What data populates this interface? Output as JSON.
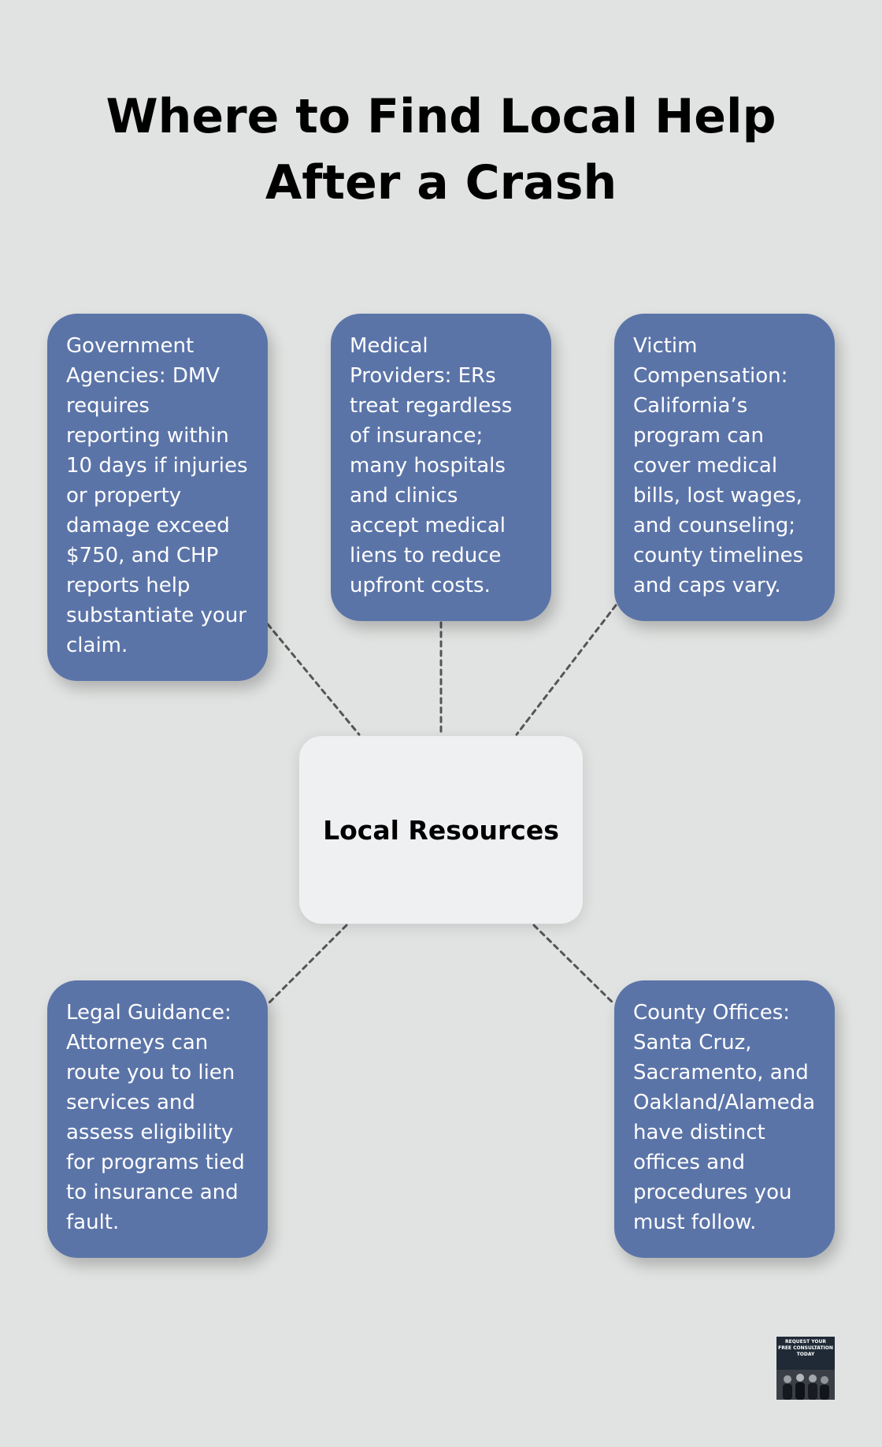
{
  "title": "Where to Find Local Help After a Crash",
  "hub": {
    "label": "Local Resources"
  },
  "cards": [
    {
      "id": "government-agencies",
      "text": "Government Agencies: DMV requires reporting within 10 days if injuries or property damage exceed $750, and CHP reports help substantiate your claim."
    },
    {
      "id": "medical-providers",
      "text": "Medical Providers: ERs treat regardless of insurance; many hospitals and clinics accept medical liens to reduce upfront costs."
    },
    {
      "id": "victim-compensation",
      "text": "Victim Compensation: California’s program can cover medical bills, lost wages, and counseling; county timelines and caps vary."
    },
    {
      "id": "legal-guidance",
      "text": "Legal Guidance: Attorneys can route you to lien services and assess eligibility for programs tied to insurance and fault."
    },
    {
      "id": "county-offices",
      "text": "County Offices: Santa Cruz, Sacramento, and Oakland/Alameda have distinct offices and procedures you must follow."
    }
  ],
  "promo": {
    "label": "REQUEST YOUR FREE CONSULTATION TODAY"
  },
  "colors": {
    "background": "#e1e3e2",
    "card": "#5b74a8",
    "hub": "#eff0f2",
    "connector": "#555555"
  }
}
